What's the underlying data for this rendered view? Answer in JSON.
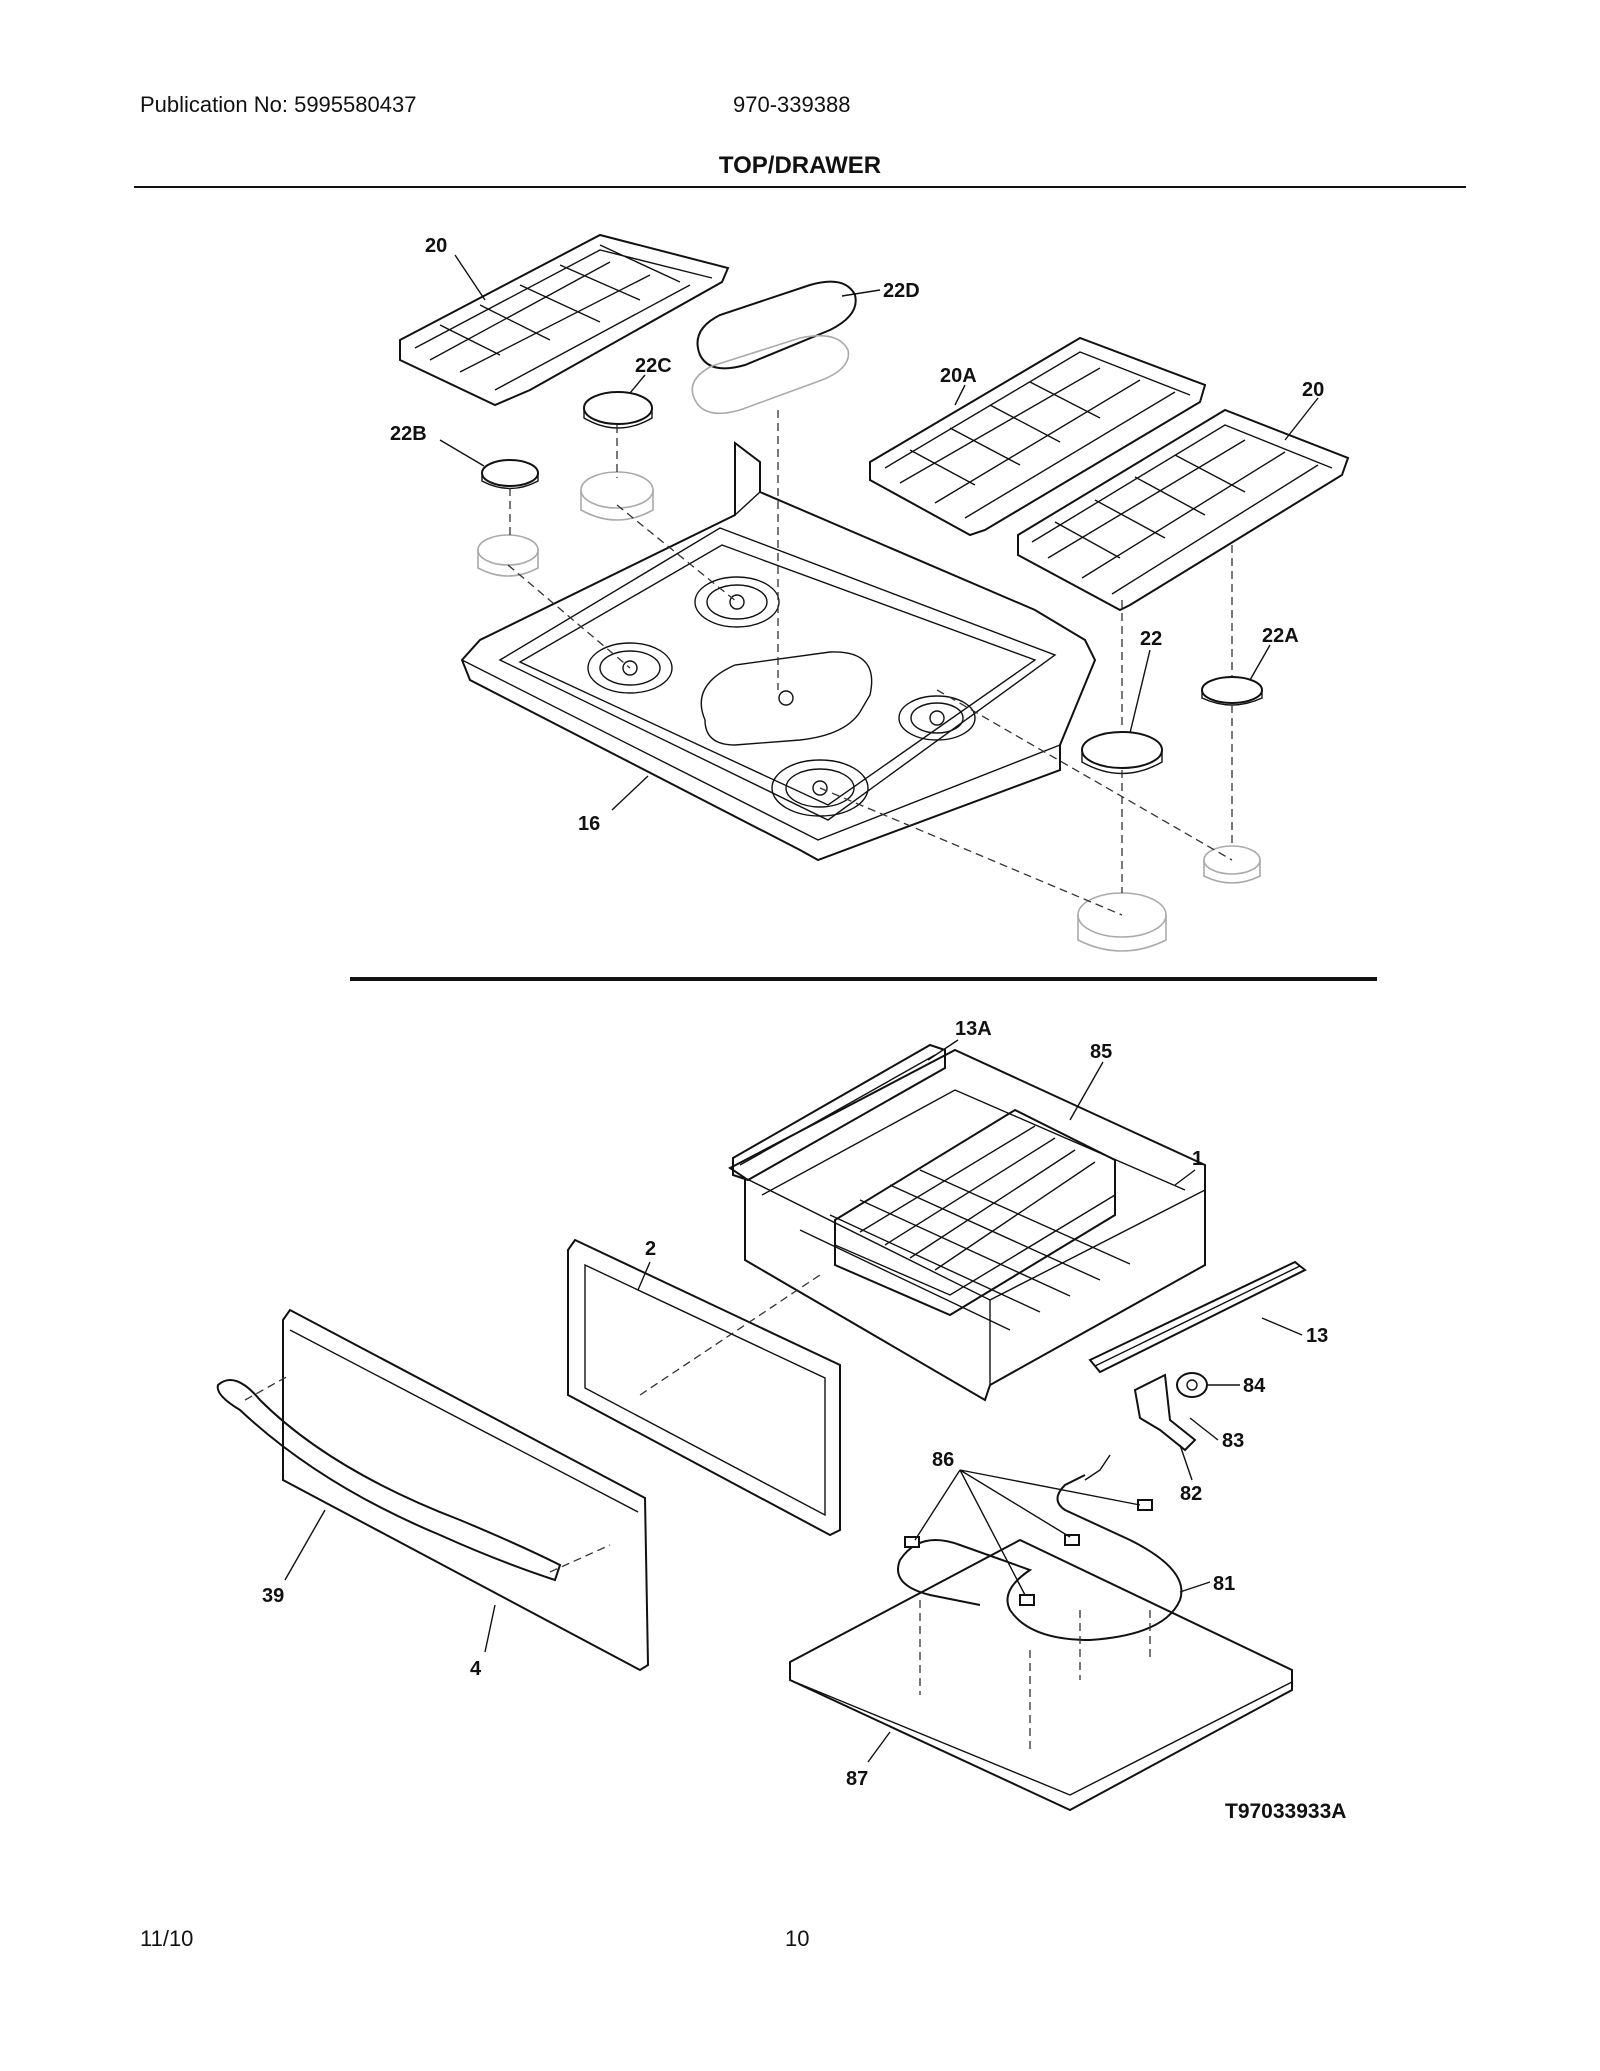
{
  "header": {
    "publication": "Publication No: 5995580437",
    "model": "970-339388",
    "title": "TOP/DRAWER"
  },
  "footer": {
    "date": "11/10",
    "page": "10"
  },
  "figure_code": "T97033933A",
  "callouts": {
    "grate_left": "20",
    "simmer_cap_oval": "22D",
    "cap_22c": "22C",
    "cap_22b": "22B",
    "grate_center": "20A",
    "grate_right": "20",
    "cap_22": "22",
    "cap_22a": "22A",
    "cooktop": "16",
    "slide_13a": "13A",
    "rack": "85",
    "drawer_body": "1",
    "inner_panel": "2",
    "slide_13": "13",
    "part_84": "84",
    "part_83": "83",
    "part_82": "82",
    "clips": "86",
    "element": "81",
    "handle": "39",
    "front_panel": "4",
    "bottom_tray": "87"
  }
}
